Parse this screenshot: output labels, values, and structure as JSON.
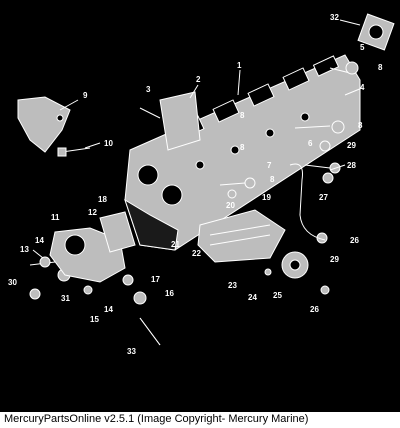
{
  "caption": "MercuryPartsOnline v2.5.1 (Image Copyright- Mercury Marine)",
  "callouts": [
    "1",
    "2",
    "3",
    "4",
    "5",
    "6",
    "7",
    "8",
    "8",
    "8",
    "8",
    "8",
    "9",
    "10",
    "11",
    "12",
    "13",
    "14",
    "14",
    "15",
    "16",
    "17",
    "18",
    "19",
    "20",
    "21",
    "22",
    "23",
    "24",
    "25",
    "26",
    "26",
    "27",
    "28",
    "29",
    "29",
    "30",
    "31",
    "32",
    "33"
  ]
}
